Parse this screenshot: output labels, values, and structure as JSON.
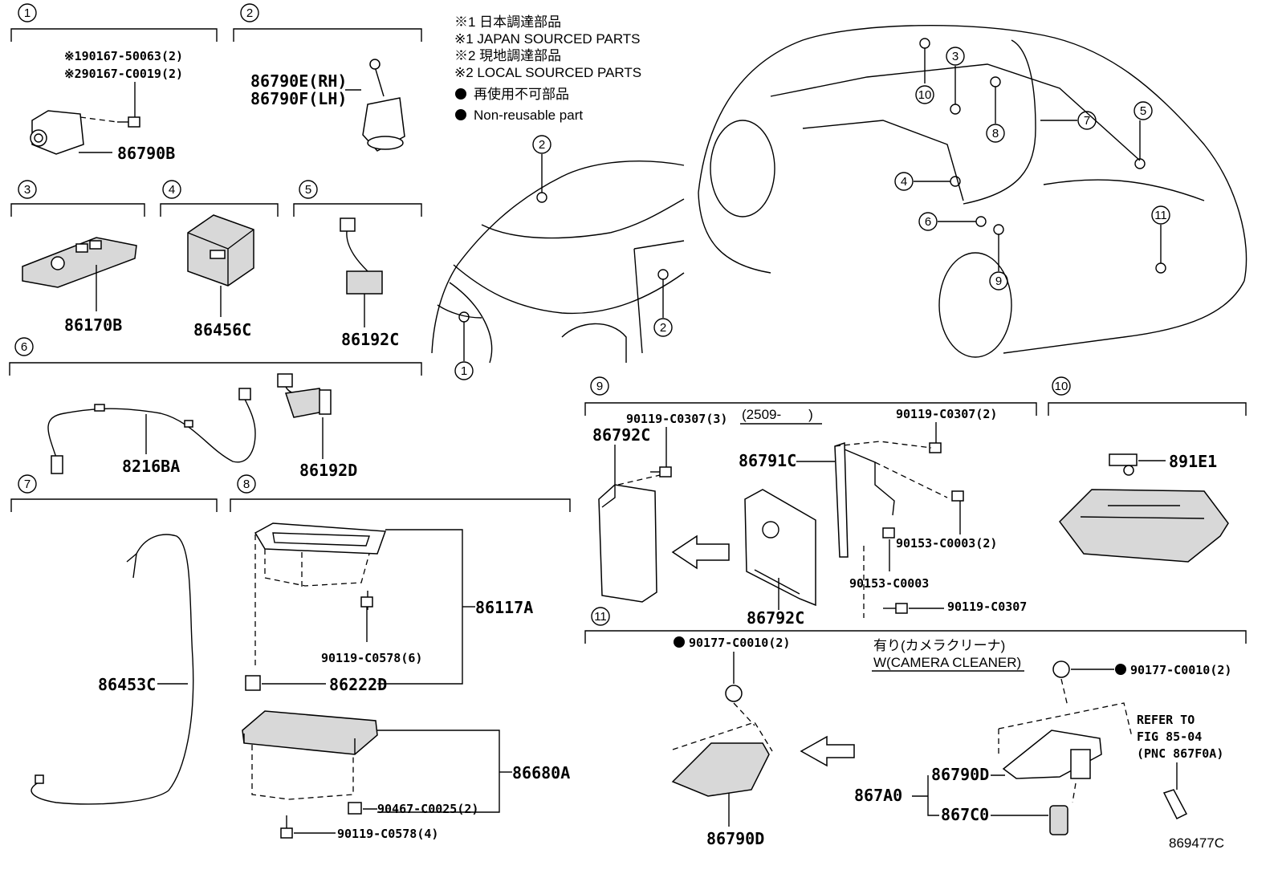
{
  "notes": {
    "n1_jp": "※1 日本調達部品",
    "n1_en": "※1 JAPAN SOURCED PARTS",
    "n2_jp": "※2 現地調達部品",
    "n2_en": "※2 LOCAL SOURCED PARTS",
    "nr_jp": "再使用不可部品",
    "nr_en": "Non-reusable part"
  },
  "sections": [
    "1",
    "2",
    "3",
    "4",
    "5",
    "6",
    "7",
    "8",
    "9",
    "10",
    "11"
  ],
  "vehicle_callouts": [
    "1",
    "2",
    "3",
    "4",
    "5",
    "6",
    "7",
    "8",
    "9",
    "10",
    "11"
  ],
  "parts": {
    "s1_bolt1": "※190167-50063(2)",
    "s1_bolt2": "※290167-C0019(2)",
    "s1_cam": "86790B",
    "s2_rh": "86790E(RH)",
    "s2_lh": "86790F(LH)",
    "s3": "86170B",
    "s4": "86456C",
    "s5": "86192C",
    "s6_a": "8216BA",
    "s6_b": "86192D",
    "s7": "86453C",
    "s8_a": "86117A",
    "s8_b": "90119-C0578(6)",
    "s8_c": "86222D",
    "s8_d": "86680A",
    "s8_e": "90467-C0025(2)",
    "s8_f": "90119-C0578(4)",
    "s9_bolt3": "90119-C0307(3)",
    "s9_date": "(2509-　　)",
    "s9_bolt2": "90119-C0307(2)",
    "s9_ecu": "86792C",
    "s9_brk": "86791C",
    "s9_scr2": "90153-C0003(2)",
    "s9_scr": "90153-C0003",
    "s9_ecu2": "86792C",
    "s9_bolt": "90119-C0307",
    "s10": "891E1",
    "s11_clip1": "90177-C0010(2)",
    "s11_clip2": "90177-C0010(2)",
    "s11_opt_jp": "有り(カメラクリーナ)",
    "s11_opt_en": "W(CAMERA CLEANER)",
    "s11_cam_a": "86790D",
    "s11_cam_b": "86790D",
    "s11_assy": "867A0",
    "s11_cln": "867C0",
    "refer1": "REFER TO",
    "refer2": "FIG 85-04",
    "refer3": "(PNC 867F0A)"
  },
  "figure_id": "869477C",
  "colors": {
    "line": "#000000",
    "background": "#ffffff",
    "fill": "#d8d8d8"
  }
}
